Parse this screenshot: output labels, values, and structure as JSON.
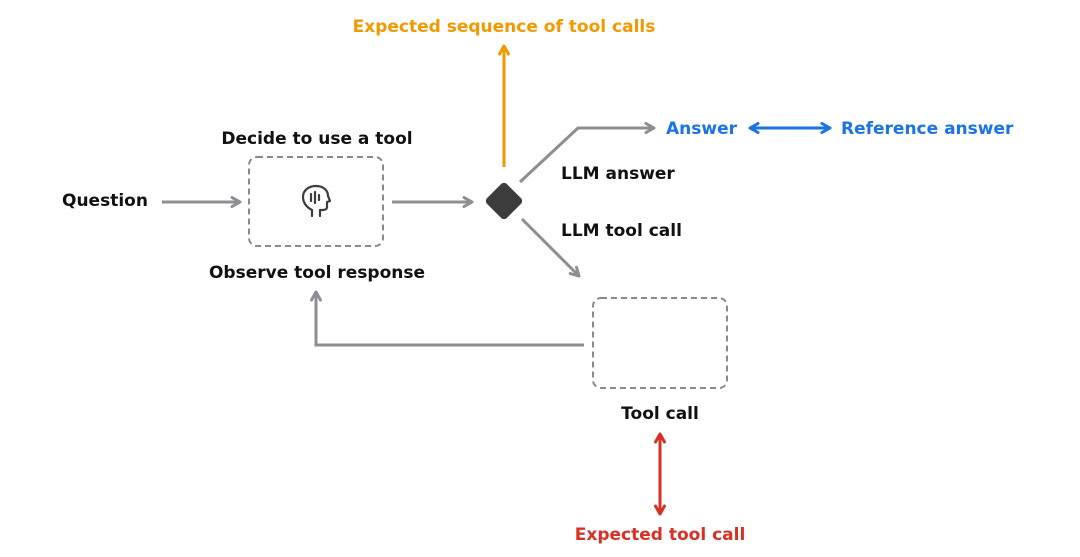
{
  "labels": {
    "question": "Question",
    "decide": "Decide to use a tool",
    "observe": "Observe tool response",
    "llm_answer": "LLM answer",
    "llm_tool_call": "LLM tool call",
    "tool_call": "Tool call",
    "answer": "Answer",
    "reference_answer": "Reference answer",
    "expected_sequence": "Expected sequence of tool calls",
    "expected_tool_call": "Expected tool call"
  },
  "icons": {
    "agent": "head-profile-icon",
    "decision": "diamond-decision-icon"
  },
  "colors": {
    "text": "#111111",
    "arrow_gray": "#8b8f94",
    "box_border": "#8a8a8a",
    "decision": "#3c3c3c",
    "orange": "#f29900",
    "blue": "#1a73e8",
    "red": "#d93025"
  }
}
